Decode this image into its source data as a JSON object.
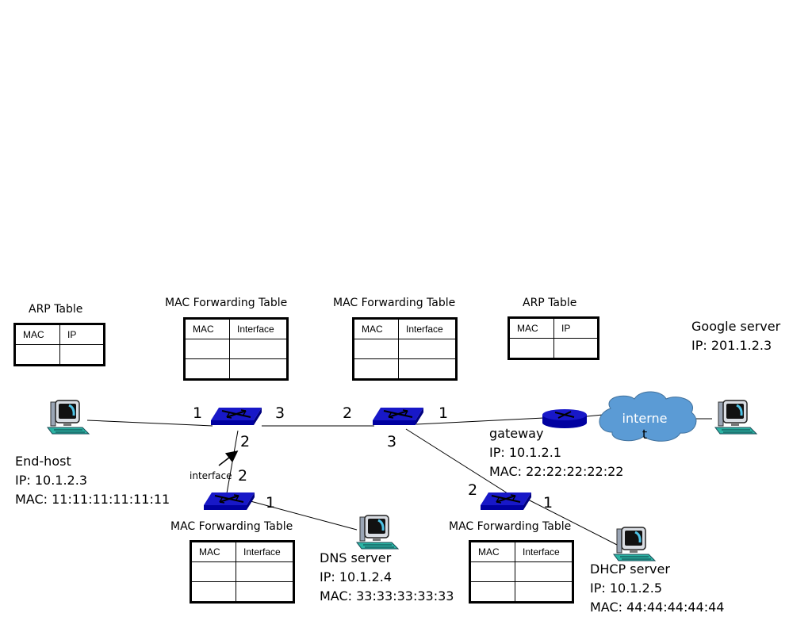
{
  "tables": {
    "arp_left": {
      "title": "ARP Table",
      "col1": "MAC",
      "col2": "IP"
    },
    "arp_right": {
      "title": "ARP Table",
      "col1": "MAC",
      "col2": "IP"
    },
    "mft_top_left": {
      "title": "MAC Forwarding Table",
      "col1": "MAC",
      "col2": "Interface"
    },
    "mft_top_right": {
      "title": "MAC Forwarding Table",
      "col1": "MAC",
      "col2": "Interface"
    },
    "mft_bottom_left": {
      "title": "MAC Forwarding Table",
      "col1": "MAC",
      "col2": "Interface"
    },
    "mft_bottom_right": {
      "title": "MAC Forwarding Table",
      "col1": "MAC",
      "col2": "Interface"
    }
  },
  "hosts": {
    "end_host": {
      "name": "End-host",
      "ip": "IP: 10.1.2.3",
      "mac": "MAC: 11:11:11:11:11:11"
    },
    "dns": {
      "name": "DNS server",
      "ip": "IP: 10.1.2.4",
      "mac": "MAC: 33:33:33:33:33"
    },
    "dhcp": {
      "name": "DHCP server",
      "ip": "IP: 10.1.2.5",
      "mac": "MAC: 44:44:44:44:44"
    },
    "google": {
      "name": "Google server",
      "ip": "IP: 201.1.2.3"
    },
    "gateway": {
      "name": "gateway",
      "ip": "IP: 10.1.2.1",
      "mac": "MAC: 22:22:22:22:22"
    }
  },
  "cloud": {
    "label_line1": "interne",
    "label_line2": "t"
  },
  "ports": {
    "s1_p1": "1",
    "s1_p3": "3",
    "s1_p2": "2",
    "s2_p2": "2",
    "s2_p1": "1",
    "s2_p3": "3",
    "s3_p2": "2",
    "s3_p1": "1",
    "s4_p2": "2",
    "s4_p1": "1"
  },
  "interface_label": "interface",
  "colors": {
    "switch": "#0a0ab4",
    "router": "#0a0ab4",
    "cloud": "#5b9bd5",
    "link": "#000000"
  }
}
